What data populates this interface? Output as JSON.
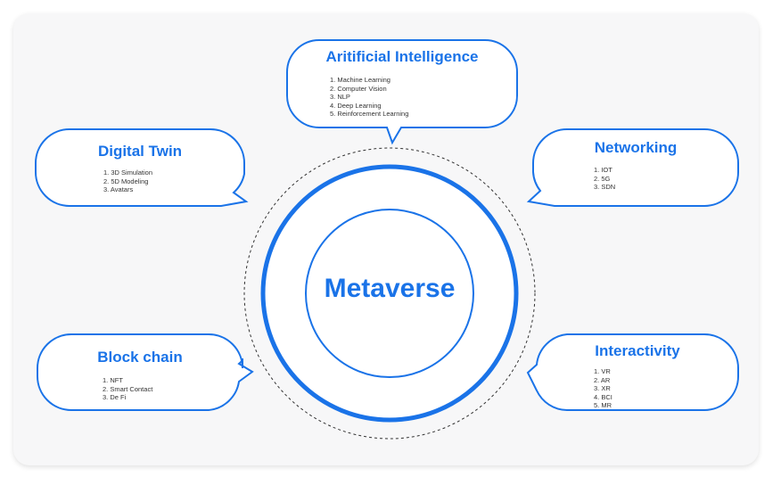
{
  "colors": {
    "accent": "#1a73e8",
    "card": "#f7f7f8",
    "bubble_fill": "#ffffff",
    "text": "#333333"
  },
  "center": {
    "label": "Metaverse"
  },
  "bubbles": {
    "ai": {
      "title": "Aritificial Intelligence",
      "items": [
        "1. Machine Learning",
        "2. Computer Vision",
        "3. NLP",
        "4. Deep Learning",
        "5. Reinforcement Learning"
      ]
    },
    "digital_twin": {
      "title": "Digital Twin",
      "items": [
        "1. 3D Simulation",
        "2. 5D Modeling",
        "3. Avatars"
      ]
    },
    "networking": {
      "title": "Networking",
      "items": [
        "1. IOT",
        "2. 5G",
        "3. SDN"
      ]
    },
    "block_chain": {
      "title": "Block chain",
      "items": [
        "1. NFT",
        "2. Smart Contact",
        "3. De Fi"
      ]
    },
    "interactivity": {
      "title": "Interactivity",
      "items": [
        "1. VR",
        "2. AR",
        "3. XR",
        "4. BCI",
        "5. MR"
      ]
    }
  }
}
